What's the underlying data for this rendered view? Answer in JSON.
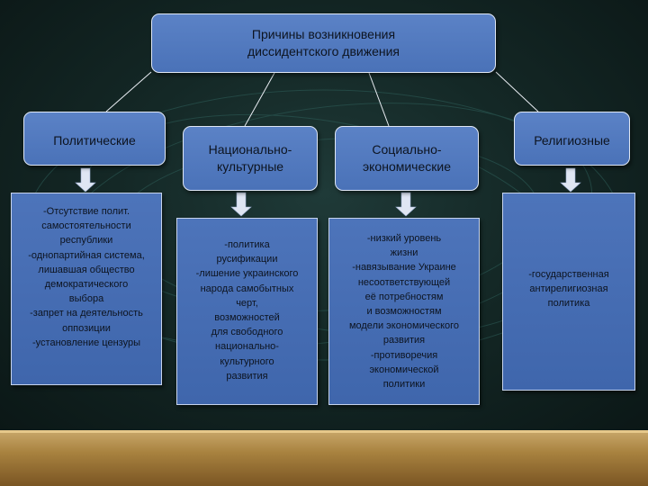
{
  "title": {
    "lines": [
      "Причины возникновения",
      "диссидентского движения"
    ]
  },
  "categories": [
    {
      "lines": [
        "Политические"
      ]
    },
    {
      "lines": [
        "Национально-",
        "культурные"
      ]
    },
    {
      "lines": [
        "Социально-",
        "экономические"
      ]
    },
    {
      "lines": [
        "Религиозные"
      ]
    }
  ],
  "details": [
    {
      "lines": [
        "-Отсутствие полит.",
        "самостоятельности",
        "республики",
        "-однопартийная система,",
        "лишавшая общество",
        "демократического",
        "выбора",
        "-запрет на деятельность",
        "оппозиции",
        "-установление цензуры"
      ]
    },
    {
      "lines": [
        "-политика",
        "русификации",
        "-лишение украинского",
        "народа самобытных",
        "черт,",
        "возможностей",
        "для свободного",
        "национально-",
        "культурного",
        "развития"
      ]
    },
    {
      "lines": [
        "-низкий уровень",
        "жизни",
        "-навязывание Украине",
        "несоответствующей",
        "её потребностям",
        "и возможностям",
        "модели экономического",
        "развития",
        "-противоречия",
        "экономической",
        "политики"
      ]
    },
    {
      "lines": [
        "-государственная",
        "антирелигиозная",
        "политика"
      ]
    }
  ],
  "colors": {
    "box_fill": "#4a72b8",
    "box_border": "#dfe7f5",
    "background": "#142826",
    "footer": "#a8823f"
  }
}
